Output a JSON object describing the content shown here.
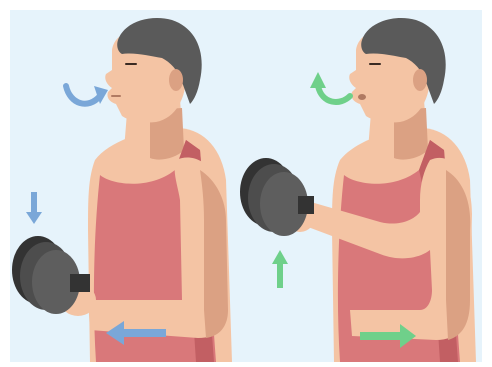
{
  "illustration": {
    "panels": [
      {
        "phase": "lowered",
        "breath": "inhale",
        "breath_arrow_icon": "curved-arrow-into-mouth-icon",
        "weight_arrow_icon": "arrow-down-icon",
        "arm_arrow_icon": "arrow-left-icon"
      },
      {
        "phase": "raised",
        "breath": "exhale",
        "breath_arrow_icon": "curved-arrow-out-of-mouth-icon",
        "weight_arrow_icon": "arrow-up-icon",
        "arm_arrow_icon": "arrow-right-icon"
      }
    ],
    "colors": {
      "background": "#e6f3fb",
      "skin": "#f4c4a4",
      "skin_shadow": "#dba183",
      "hair": "#5a5a5a",
      "tank_top": "#d9787a",
      "tank_top_shadow": "#c25f63",
      "dumbbell": "#4d4d4d",
      "dumbbell_dark": "#333333",
      "inhale_arrow": "#7aa7d8",
      "exhale_arrow": "#6fd08a"
    }
  }
}
